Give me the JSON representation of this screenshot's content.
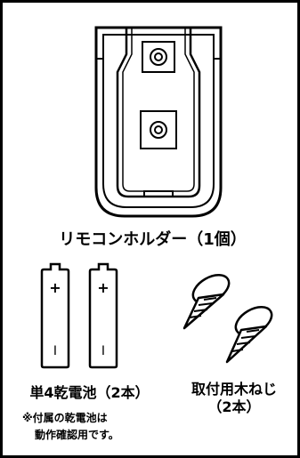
{
  "remote_holder": {
    "label": "リモコンホルダー（1個）"
  },
  "batteries": {
    "label": "単4乾電池（2本）",
    "plus_symbol": "+",
    "minus_symbol": "I"
  },
  "screws": {
    "label_line1": "取付用木ねじ",
    "label_line2": "（2本）"
  },
  "note": {
    "line1": "※付属の乾電池は",
    "line2": "動作確認用です。"
  }
}
